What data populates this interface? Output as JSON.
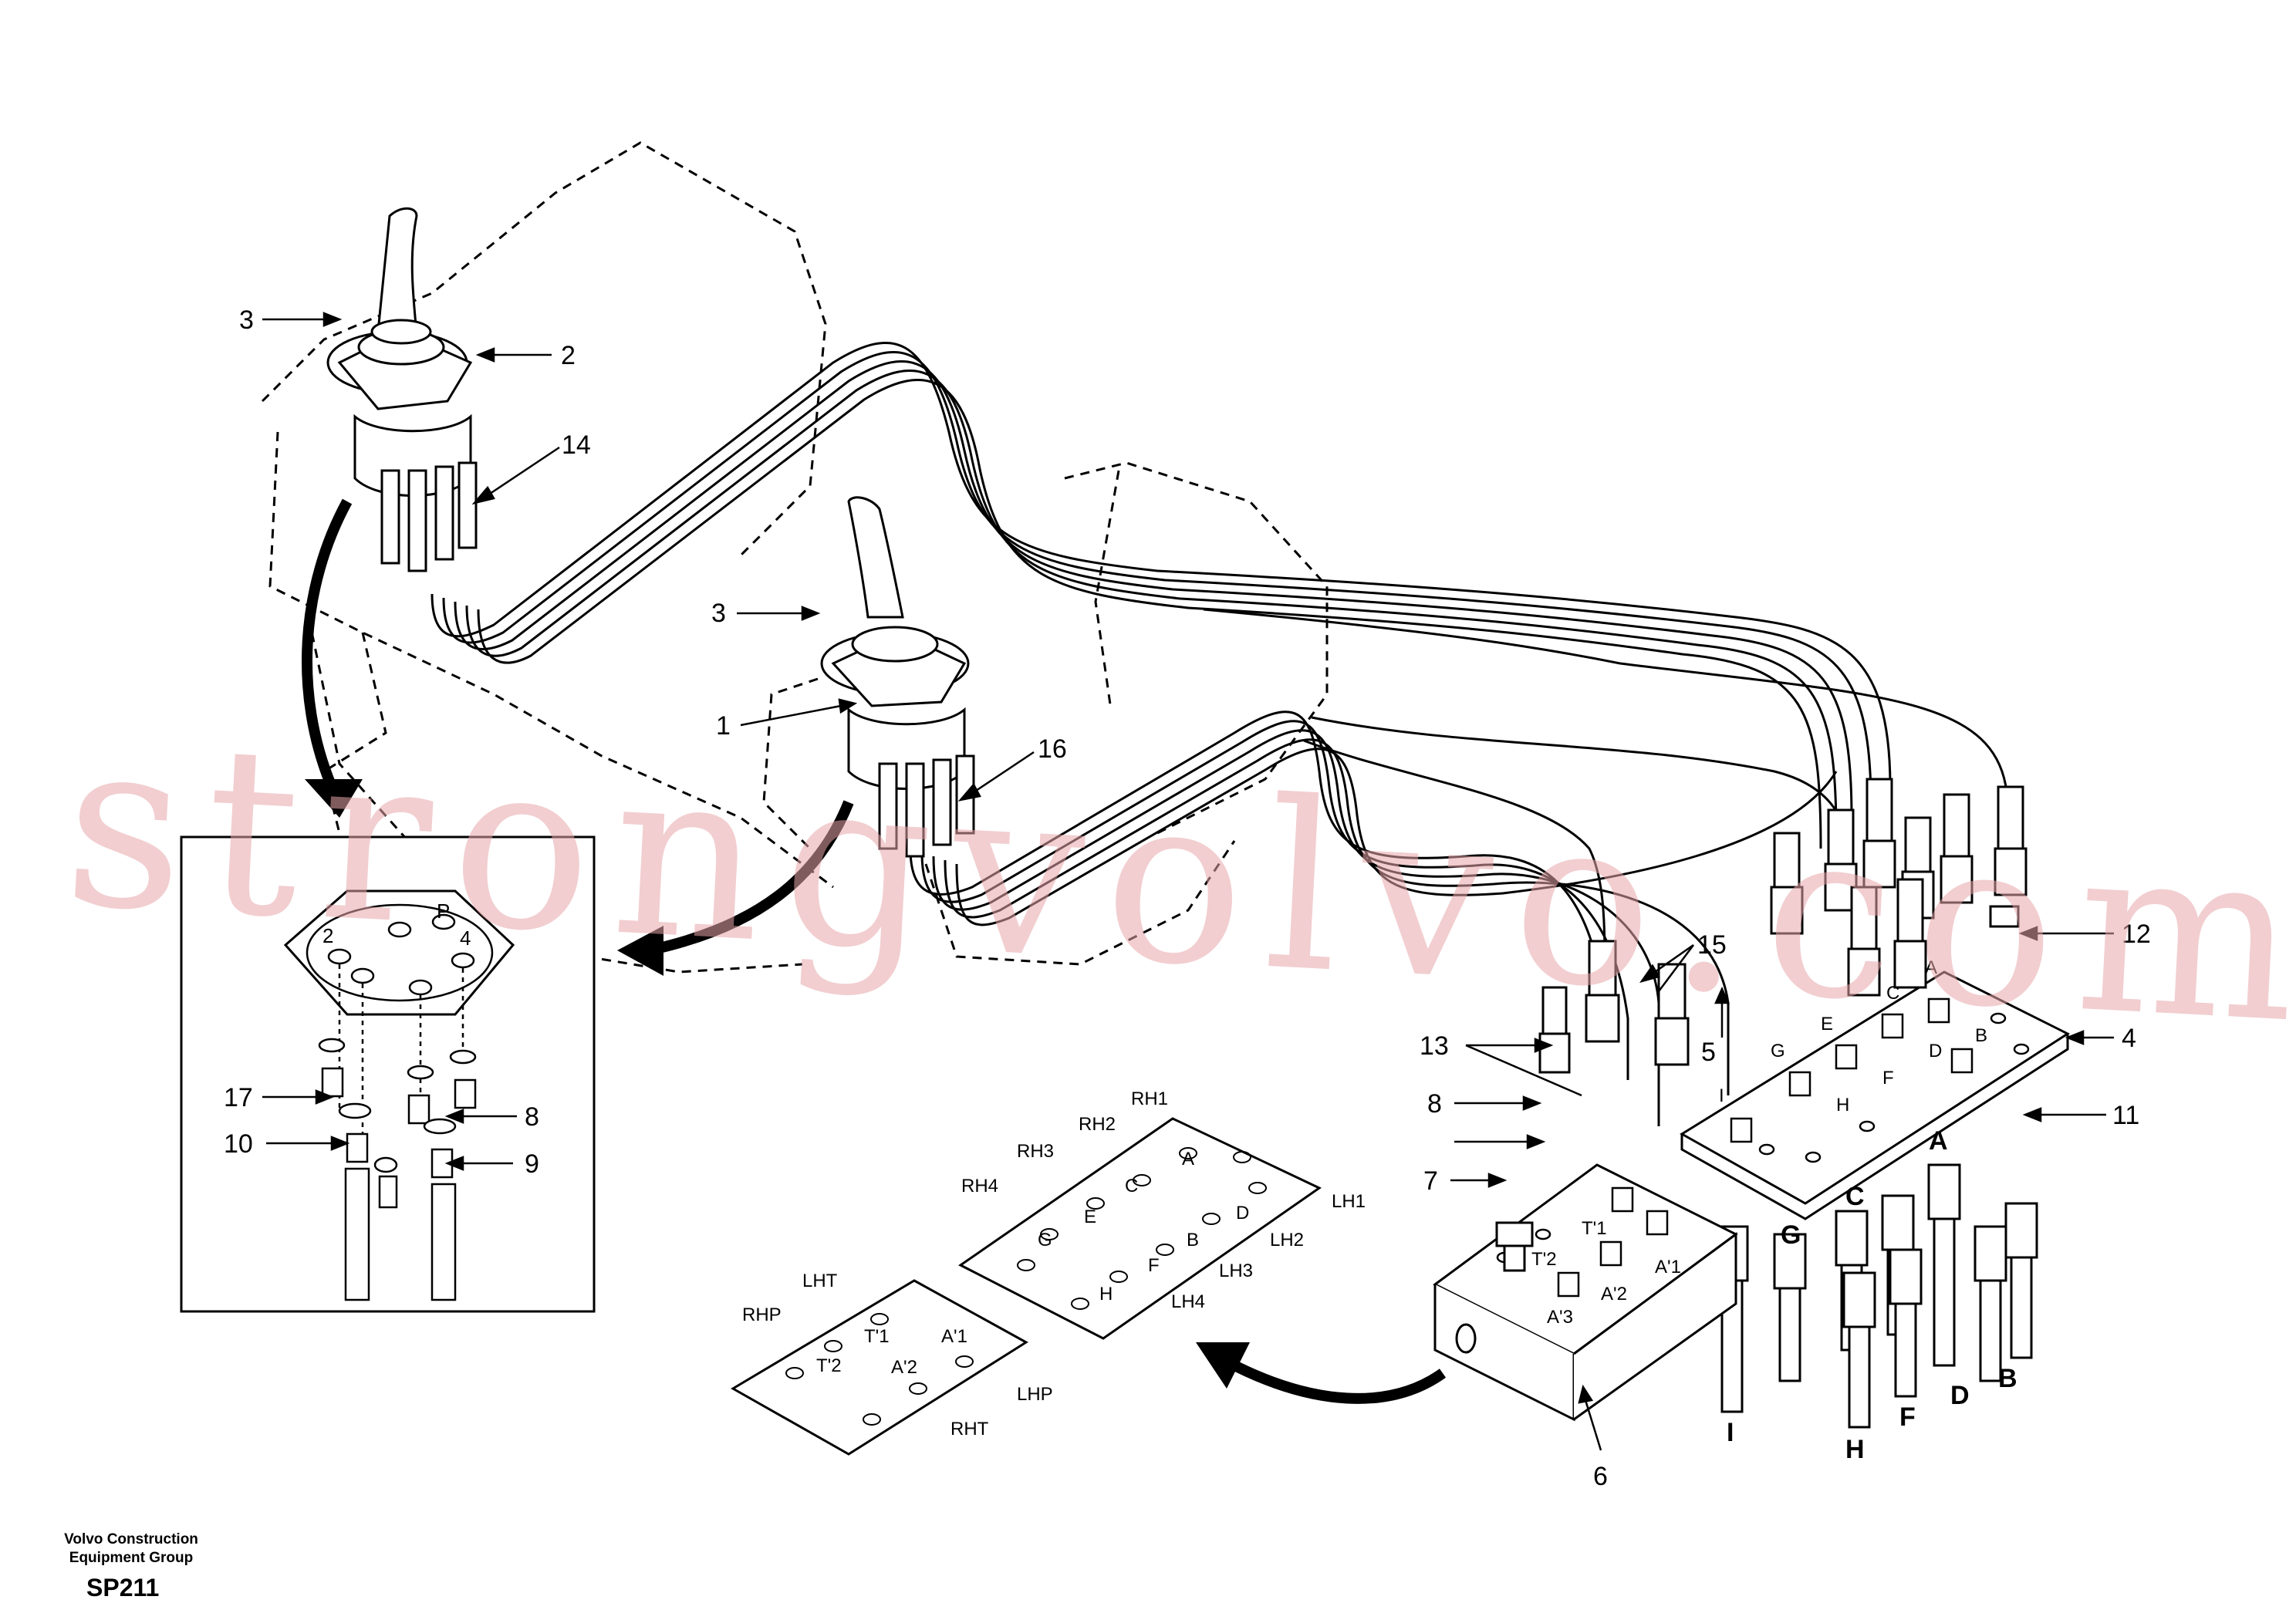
{
  "watermark": "strongvolvo.com",
  "footer": {
    "brand_line1": "Volvo Construction",
    "brand_line2": "Equipment Group",
    "sheet_code": "SP211"
  },
  "callouts": {
    "c1": "1",
    "c2": "2",
    "c3a": "3",
    "c3b": "3",
    "c4": "4",
    "c5": "5",
    "c6": "6",
    "c7": "7",
    "c8a": "8",
    "c8b": "8",
    "c9": "9",
    "c10": "10",
    "c11": "11",
    "c12": "12",
    "c13": "13",
    "c14": "14",
    "c15": "15",
    "c16": "16",
    "c17": "17"
  },
  "detail_ports": {
    "p1": "2",
    "p2": "P",
    "p3": "4"
  },
  "plate_rh": {
    "RH1": "RH1",
    "RH2": "RH2",
    "RH3": "RH3",
    "RH4": "RH4",
    "LH1": "LH1",
    "LH2": "LH2",
    "LH3": "LH3",
    "LH4": "LH4",
    "A": "A",
    "B": "B",
    "C": "C",
    "D": "D",
    "E": "E",
    "F": "F",
    "G": "G",
    "H": "H"
  },
  "plate_pilot": {
    "LHT": "LHT",
    "RHP": "RHP",
    "LHP": "LHP",
    "RHT": "RHT",
    "T1": "T'1",
    "T2": "T'2",
    "A1": "A'1",
    "A2": "A'2"
  },
  "block_ports": {
    "T1": "T'1",
    "T2": "T'2",
    "A1": "A'1",
    "A2": "A'2",
    "A3": "A'3"
  },
  "manifold_ports": {
    "A": "A",
    "B": "B",
    "C": "C",
    "D": "D",
    "E": "E",
    "F": "F",
    "G": "G",
    "H": "H",
    "I": "I"
  },
  "hose_ends": {
    "I": "I",
    "G": "G",
    "H": "H",
    "C": "C",
    "F": "F",
    "A": "A",
    "D": "D",
    "B": "B"
  }
}
